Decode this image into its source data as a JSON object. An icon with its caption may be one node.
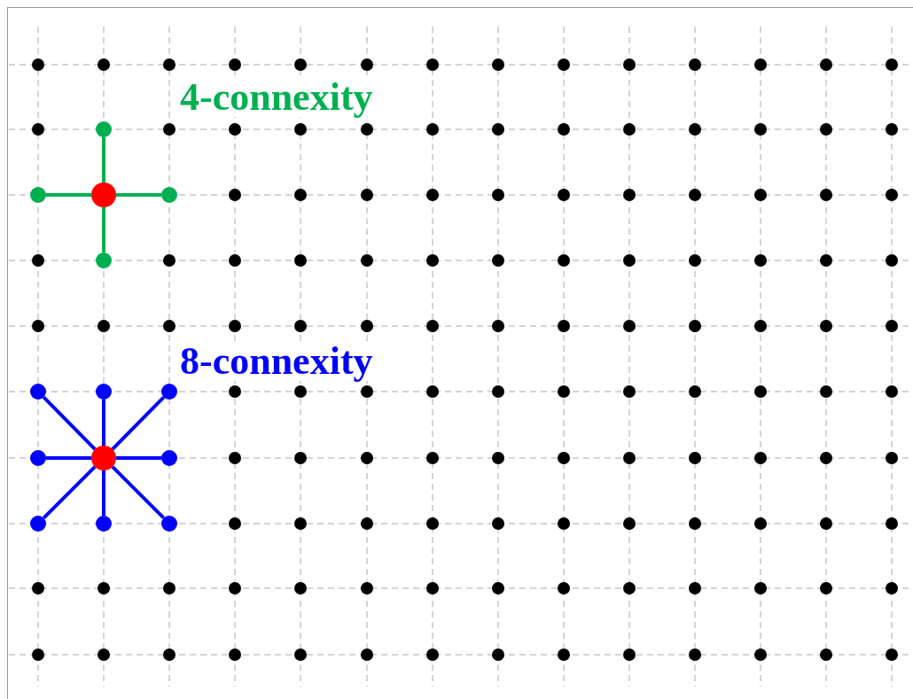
{
  "diagram": {
    "nodes": [
      {
        "text": [],
        "shape": "circle"
      },
      {
        "text": [],
        "shape": "circle"
      },
      {
        "text": [],
        "shape": "circle"
      },
      {
        "text": [],
        "shape": "circle"
      },
      {
        "text": [],
        "shape": "circle"
      },
      {
        "text": [],
        "shape": "circle"
      },
      {
        "text": [],
        "shape": "circle"
      },
      {
        "text": [],
        "shape": "circle"
      },
      {
        "text": [],
        "shape": "circle"
      },
      {
        "text": [],
        "shape": "circle"
      },
      {
        "text": [],
        "shape": "circle"
      },
      {
        "text": [],
        "shape": "circle"
      },
      {
        "text": [],
        "shape": "circle"
      },
      {
        "text": [],
        "shape": "circle"
      }
    ],
    "edges": [
      {
        "from": 2,
        "to": 0,
        "arrow": "none",
        "color": "#00b050"
      },
      {
        "from": 2,
        "to": 1,
        "arrow": "none",
        "color": "#00b050"
      },
      {
        "from": 2,
        "to": 3,
        "arrow": "none",
        "color": "#00b050"
      },
      {
        "from": 2,
        "to": 4,
        "arrow": "none",
        "color": "#00b050"
      },
      {
        "from": 9,
        "to": 5,
        "arrow": "none",
        "color": "#0000ff"
      },
      {
        "from": 9,
        "to": 6,
        "arrow": "none",
        "color": "#0000ff"
      },
      {
        "from": 9,
        "to": 7,
        "arrow": "none",
        "color": "#0000ff"
      },
      {
        "from": 9,
        "to": 8,
        "arrow": "none",
        "color": "#0000ff"
      },
      {
        "from": 9,
        "to": 10,
        "arrow": "none",
        "color": "#0000ff"
      },
      {
        "from": 9,
        "to": 11,
        "arrow": "none",
        "color": "#0000ff"
      },
      {
        "from": 9,
        "to": 12,
        "arrow": "none",
        "color": "#0000ff"
      },
      {
        "from": 9,
        "to": 13,
        "arrow": "none",
        "color": "#0000ff"
      }
    ],
    "labels": [
      "4-connexity",
      "8-connexity"
    ]
  }
}
